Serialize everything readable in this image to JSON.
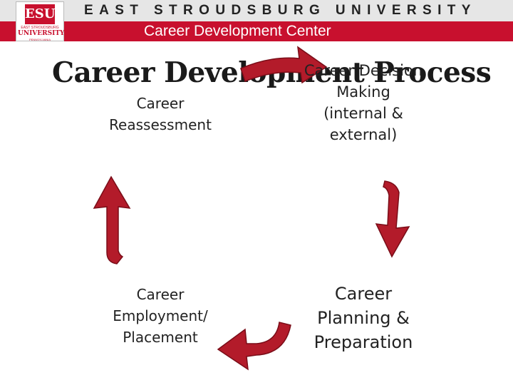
{
  "header": {
    "university": "EAST STROUDSBURG UNIVERSITY",
    "center": "Career Development Center",
    "logo": {
      "mark": "ESU",
      "line1": "EAST STROUDSBURG",
      "line2": "UNIVERSITY",
      "line3": "PENNSYLVANIA"
    }
  },
  "title": "Career Development Process",
  "cycle": {
    "nodes": [
      {
        "id": "decision",
        "label": "Career Decision Making (internal & external)"
      },
      {
        "id": "planning",
        "label": "Career Planning & Preparation"
      },
      {
        "id": "employment",
        "label": "Career Employment/ Placement"
      },
      {
        "id": "reassessment",
        "label": "Career Reassessment"
      }
    ],
    "arrow_color": "#b31b2a",
    "arrow_outline": "#7a0d18"
  }
}
